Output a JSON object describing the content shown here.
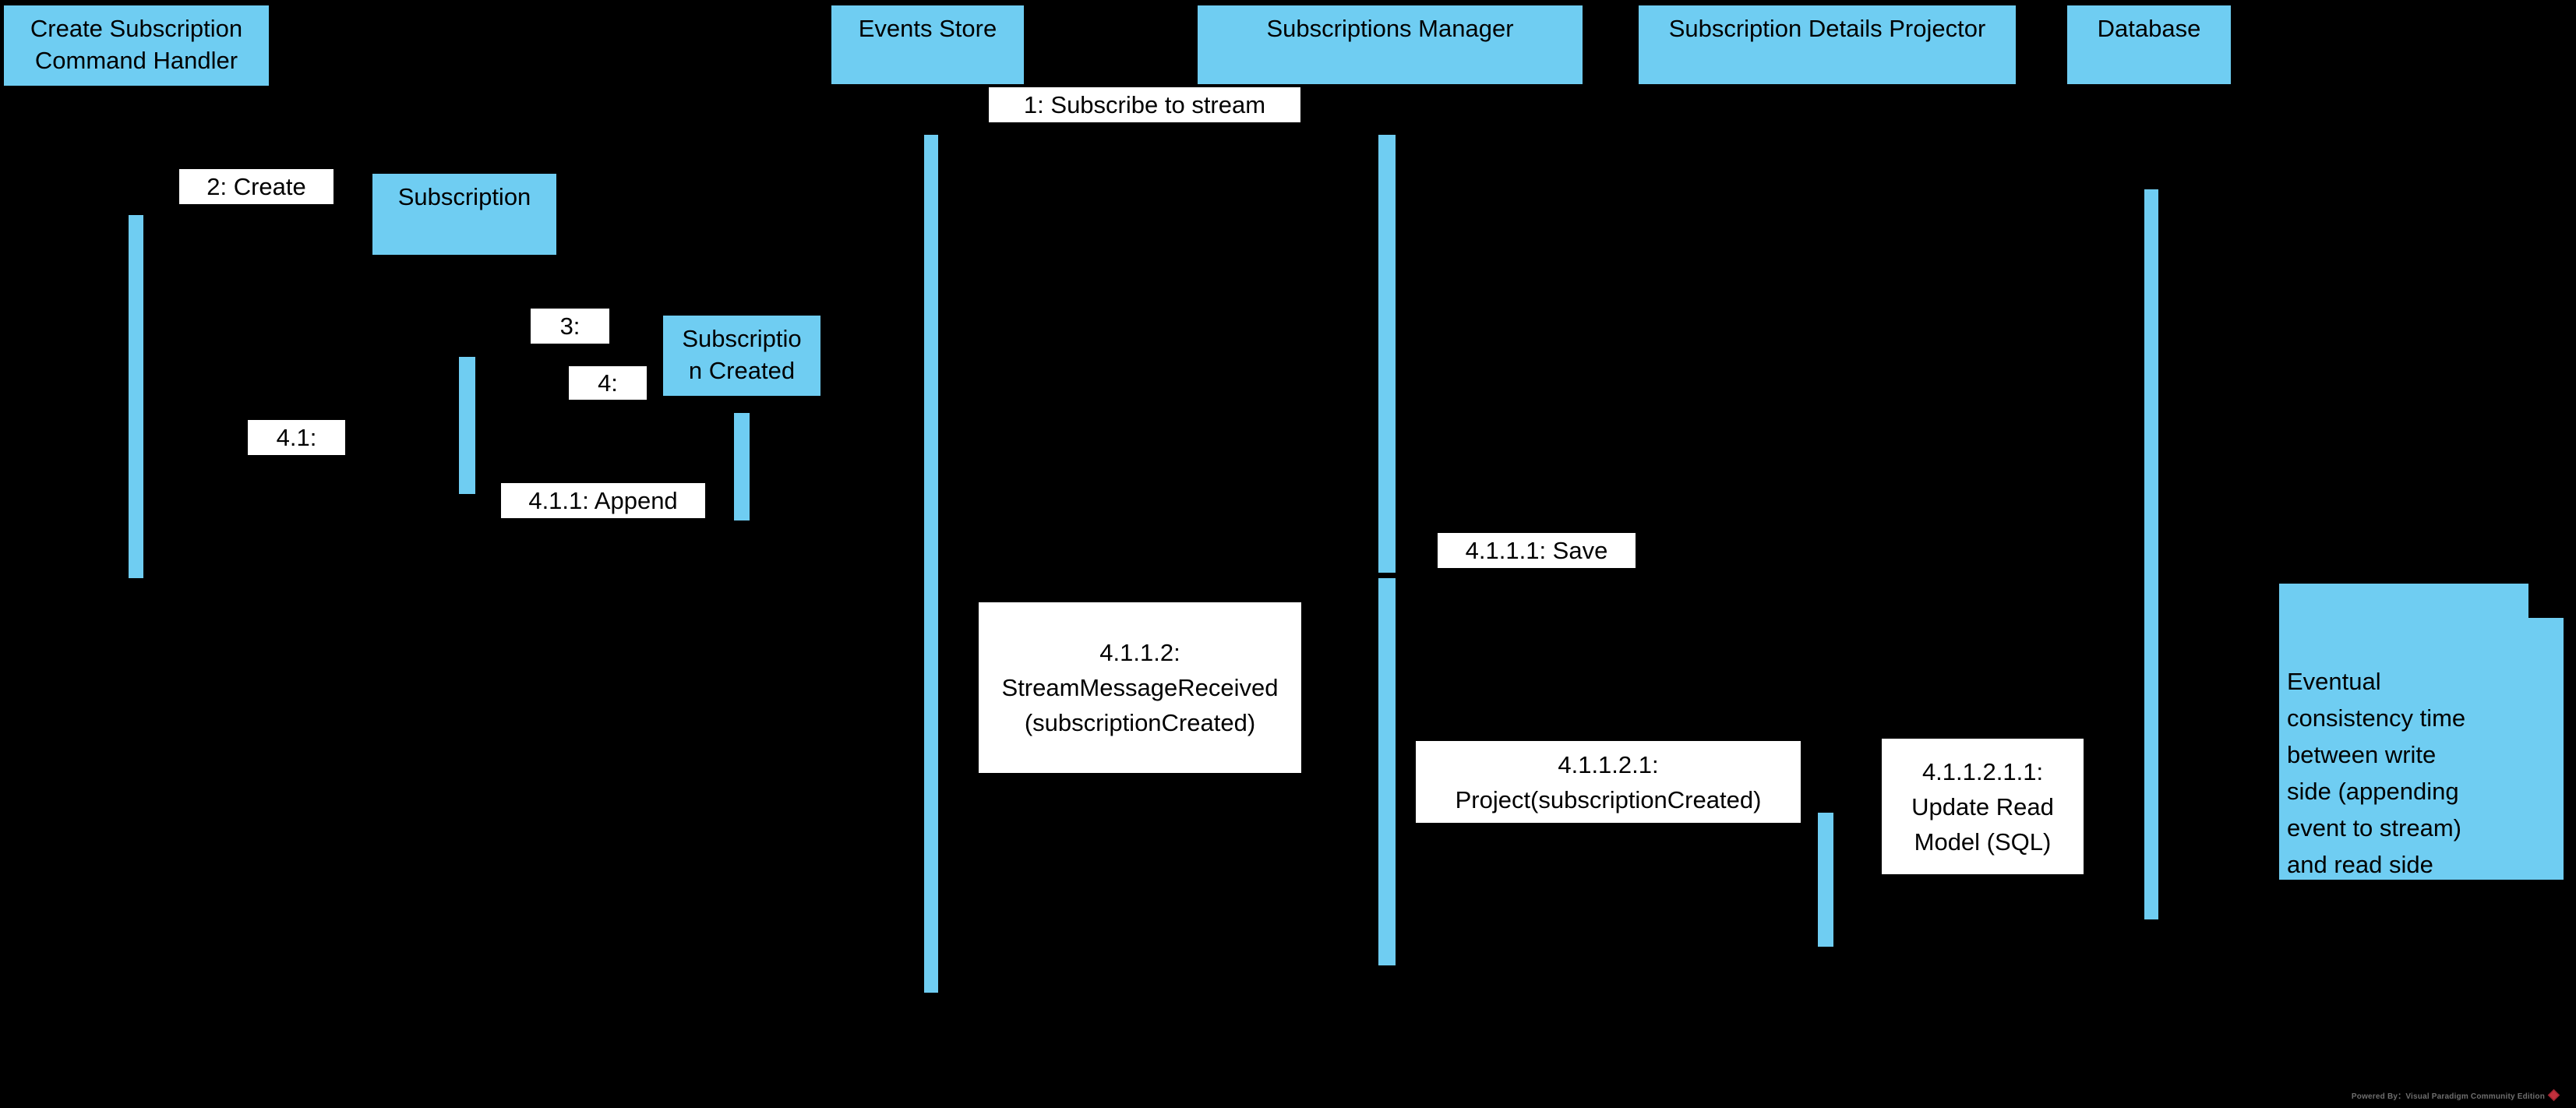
{
  "diagram": {
    "lifelines": [
      {
        "id": "create-subscription-command-handler",
        "label": "Create Subscription\nCommand Handler"
      },
      {
        "id": "events-store",
        "label": "Events Store"
      },
      {
        "id": "subscriptions-manager",
        "label": "Subscriptions Manager"
      },
      {
        "id": "subscription-details-projector",
        "label": "Subscription Details Projector"
      },
      {
        "id": "database",
        "label": "Database"
      }
    ],
    "objects": [
      {
        "id": "subscription",
        "label": "Subscription"
      },
      {
        "id": "subscription-created",
        "label": "Subscriptio\nn Created"
      }
    ],
    "messages": [
      {
        "id": "1",
        "label": "1: Subscribe to stream"
      },
      {
        "id": "2",
        "label": "2: Create"
      },
      {
        "id": "3",
        "label": "3:"
      },
      {
        "id": "4",
        "label": "4:"
      },
      {
        "id": "4.1",
        "label": "4.1:"
      },
      {
        "id": "4.1.1",
        "label": "4.1.1: Append"
      },
      {
        "id": "4.1.1.1",
        "label": "4.1.1.1: Save"
      },
      {
        "id": "4.1.1.2",
        "label": "4.1.1.2:\nStreamMessageReceived\n(subscriptionCreated)"
      },
      {
        "id": "4.1.1.2.1",
        "label": "4.1.1.2.1:\nProject(subscriptionCreated)"
      },
      {
        "id": "4.1.1.2.1.1",
        "label": "4.1.1.2.1.1:\nUpdate Read\nModel (SQL)"
      }
    ],
    "note": {
      "text": "Eventual\nconsistency time\nbetween write\nside (appending\nevent to stream)\nand read side\n(update read\nmodel)"
    },
    "footer": {
      "powered_by": "Powered By：Visual Paradigm Community Edition"
    },
    "colors": {
      "background": "#000000",
      "shape_fill": "#6FCDF2",
      "message_bg": "#FFFFFF",
      "text": "#000000",
      "footer_text": "#6F6F6F",
      "logo_red": "#C2303C"
    }
  }
}
